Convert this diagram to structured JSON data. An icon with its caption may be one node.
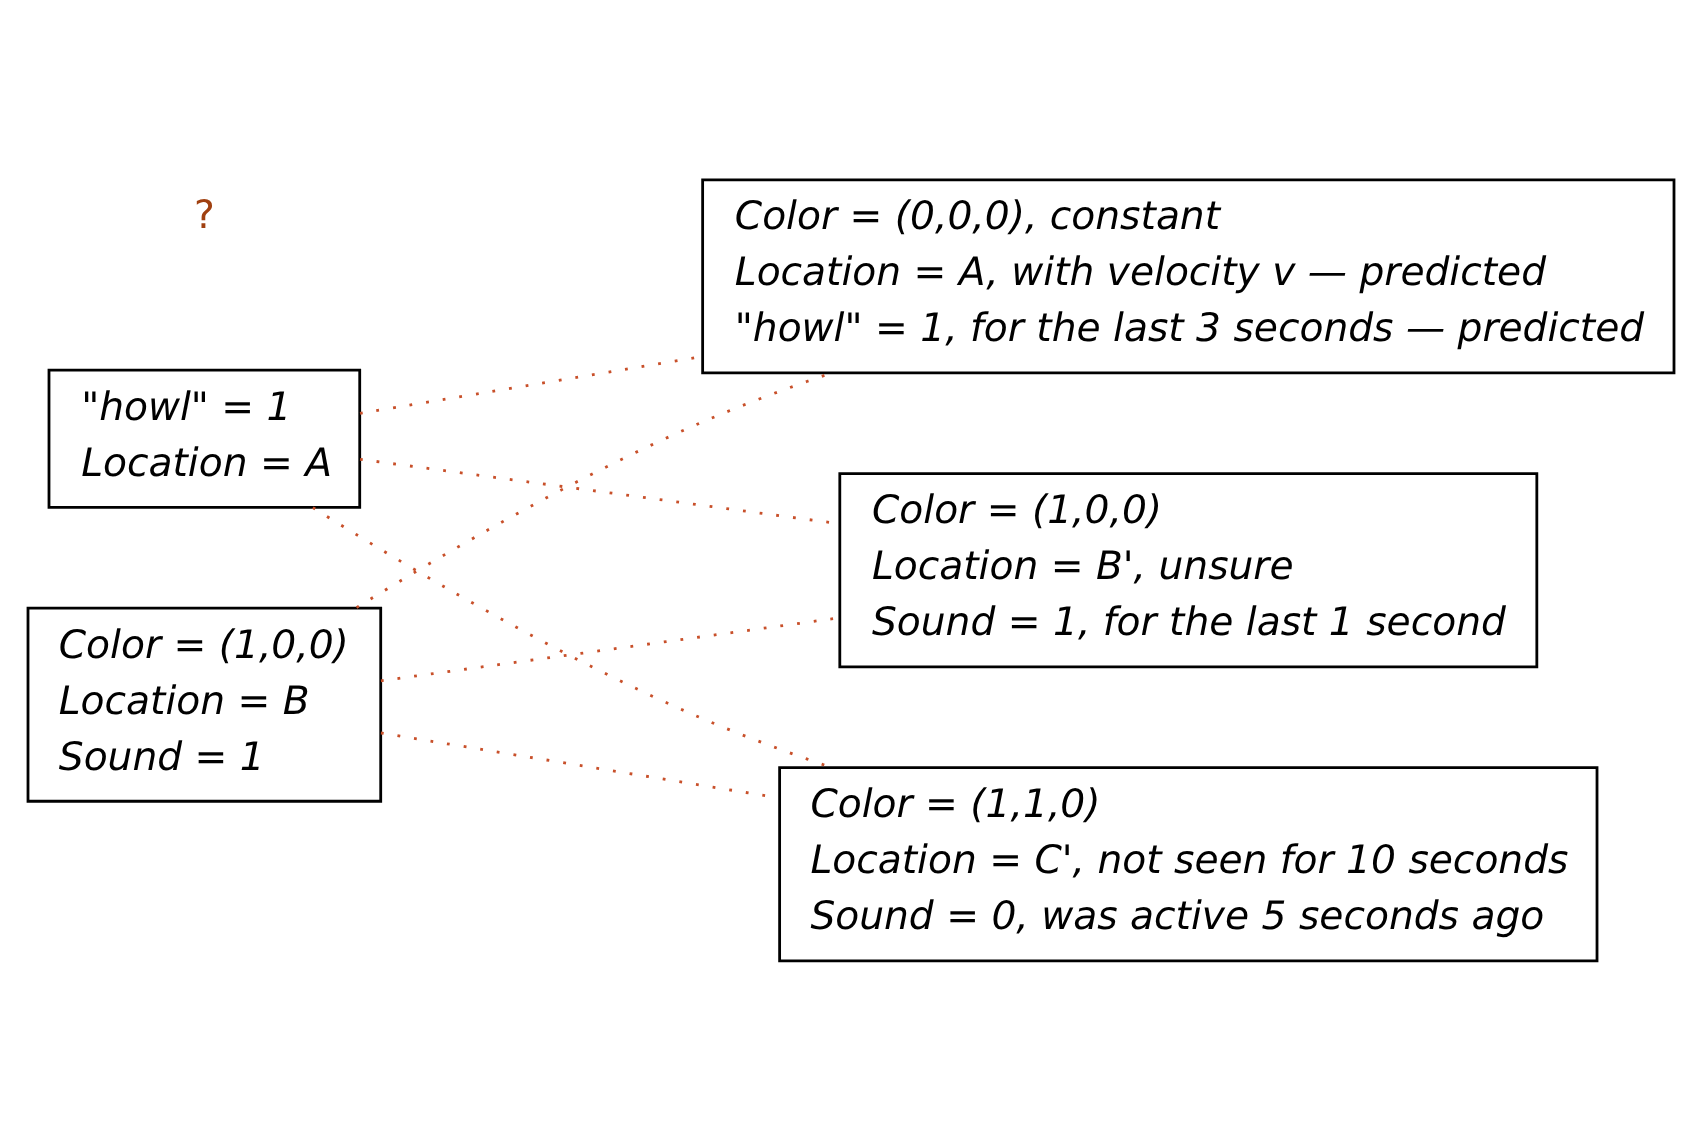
{
  "diagram": {
    "nodes": [
      {
        "text": [
          "\"howl\" = 1",
          "Location = A"
        ]
      },
      {
        "text": [
          "Color = (1,0,0)",
          "Location = B",
          "Sound = 1"
        ]
      },
      {
        "text": [
          "Color = (0,0,0), constant",
          "Location = A, with velocity v — predicted",
          "\"howl\" = 1, for the last 3 seconds — predicted"
        ]
      },
      {
        "text": [
          "Color = (1,0,0)",
          "Location = B', unsure",
          "Sound = 1, for the last 1 second"
        ]
      },
      {
        "text": [
          "Color = (1,1,0)",
          "Location = C', not seen for 10 seconds",
          "Sound = 0, was active 5 seconds ago"
        ]
      }
    ],
    "edges": [
      {
        "from": 0,
        "to": 2,
        "arrow": "none",
        "style": "dashed"
      },
      {
        "from": 0,
        "to": 3,
        "arrow": "none",
        "style": "dashed"
      },
      {
        "from": 0,
        "to": 4,
        "arrow": "none",
        "style": "dashed"
      },
      {
        "from": 1,
        "to": 2,
        "arrow": "none",
        "style": "dashed"
      },
      {
        "from": 1,
        "to": 3,
        "arrow": "none",
        "style": "dashed"
      },
      {
        "from": 1,
        "to": 4,
        "arrow": "none",
        "style": "dashed"
      }
    ],
    "labels": [
      "?"
    ]
  }
}
